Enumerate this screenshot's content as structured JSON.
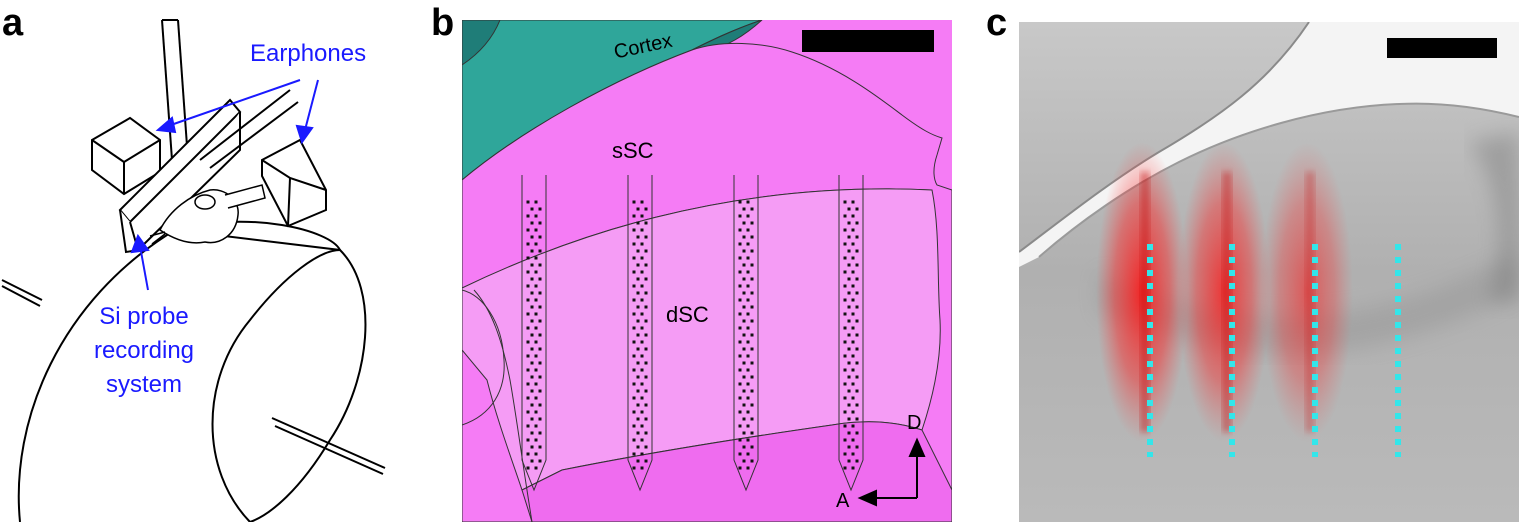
{
  "panels": {
    "a": {
      "letter": "a",
      "labels": {
        "earphones": "Earphones",
        "probe_line1": "Si probe",
        "probe_line2": "recording",
        "probe_line3": "system"
      },
      "label_color": "#1a1aff"
    },
    "b": {
      "letter": "b",
      "labels": {
        "cortex": "Cortex",
        "ssc": "sSC",
        "dsc": "dSC",
        "axis_d": "D",
        "axis_a": "A"
      },
      "probe_count": 4,
      "colors": {
        "cortex": "#2fa69a",
        "cortex_dark": "#1f7d78",
        "ssc": "#f57cf5",
        "dsc": "#f59cf5",
        "lower": "#ef6cef"
      }
    },
    "c": {
      "letter": "c",
      "track_count": 4,
      "colors": {
        "track_marker": "#33e6ea",
        "dye": "#ff2020"
      }
    }
  }
}
